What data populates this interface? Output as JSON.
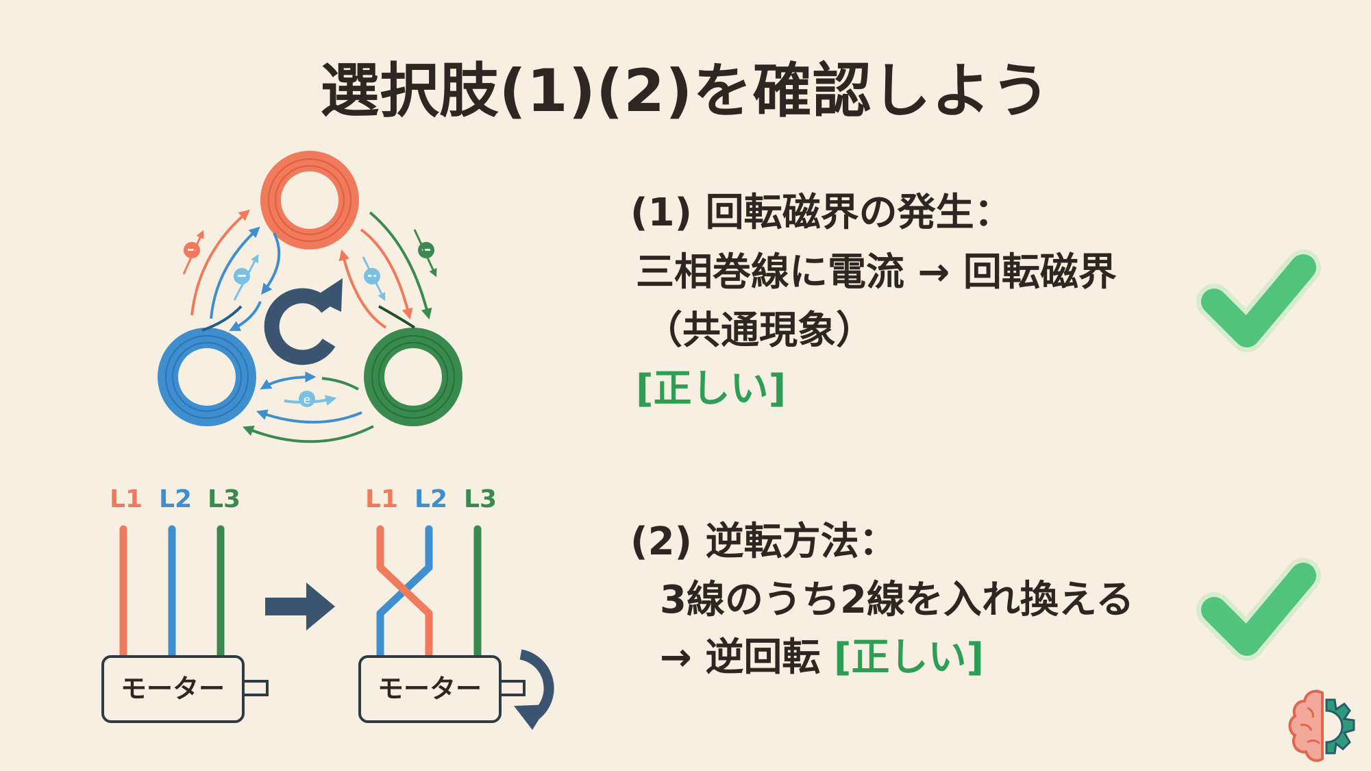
{
  "title": "選択肢(1)(2)を確認しよう",
  "colors": {
    "background": "#f7f0e2",
    "text": "#2e2622",
    "correct_green": "#2f9e55",
    "check_green": "#52c37a",
    "phase_red": "#ef7a5c",
    "phase_blue": "#3f8fcf",
    "phase_green": "#3a8a4f",
    "navy": "#3b5570"
  },
  "items": [
    {
      "heading": "(1) 回転磁界の発生：",
      "line1": "三相巻線に電流 → 回転磁界",
      "line2": "（共通現象）",
      "verdict": "[正しい]",
      "check_icon": "checkmark-icon"
    },
    {
      "heading": "(2) 逆転方法：",
      "line1": "3線のうち2線を入れ換える",
      "line2_prefix": "→ 逆回転 ",
      "verdict": "[正しい]",
      "check_icon": "checkmark-icon"
    }
  ],
  "diagram": {
    "coils": [
      "red-coil",
      "blue-coil",
      "green-coil"
    ],
    "electron_label": "e",
    "electron_symbol": "−",
    "wiring_before": {
      "labels": [
        "L1",
        "L2",
        "L3"
      ],
      "motor_label": "モーター"
    },
    "wiring_after": {
      "labels": [
        "L1",
        "L2",
        "L3"
      ],
      "motor_label": "モーター"
    }
  },
  "logo": "brain-gear-icon"
}
